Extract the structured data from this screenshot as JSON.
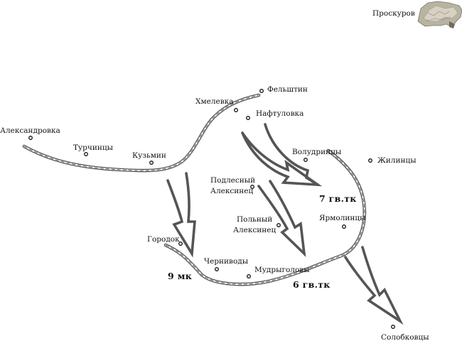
{
  "map": {
    "corner_label": "Проскуров",
    "places": [
      {
        "id": "aleksandrovka",
        "name": "Александровка"
      },
      {
        "id": "turchintsy",
        "name": "Турчинцы"
      },
      {
        "id": "kuzmin",
        "name": "Кузьмин"
      },
      {
        "id": "khmelevka",
        "name": "Хмелевка"
      },
      {
        "id": "felshtin",
        "name": "Фельштин"
      },
      {
        "id": "naftulovka",
        "name": "Нафтуловка"
      },
      {
        "id": "voludrintsy",
        "name": "Волудринцы"
      },
      {
        "id": "zhilintsy",
        "name": "Жилинцы"
      },
      {
        "id": "podlesny",
        "name_line1": "Подлесный",
        "name_line2": "Алексинец"
      },
      {
        "id": "polny",
        "name_line1": "Польный",
        "name_line2": "Алексинец"
      },
      {
        "id": "yarmolintsy",
        "name": "Ярмолинцы"
      },
      {
        "id": "gorodok",
        "name": "Городок"
      },
      {
        "id": "chernivody",
        "name": "Черниводы"
      },
      {
        "id": "mudrygolovy",
        "name": "Мудрыголовы"
      },
      {
        "id": "solobkovtsy",
        "name": "Солобковцы"
      }
    ],
    "units": [
      {
        "id": "gv7",
        "label": "7 гв.тк"
      },
      {
        "id": "mk9",
        "label": "9 мк"
      },
      {
        "id": "gv6",
        "label": "6 гв.тк"
      }
    ]
  }
}
